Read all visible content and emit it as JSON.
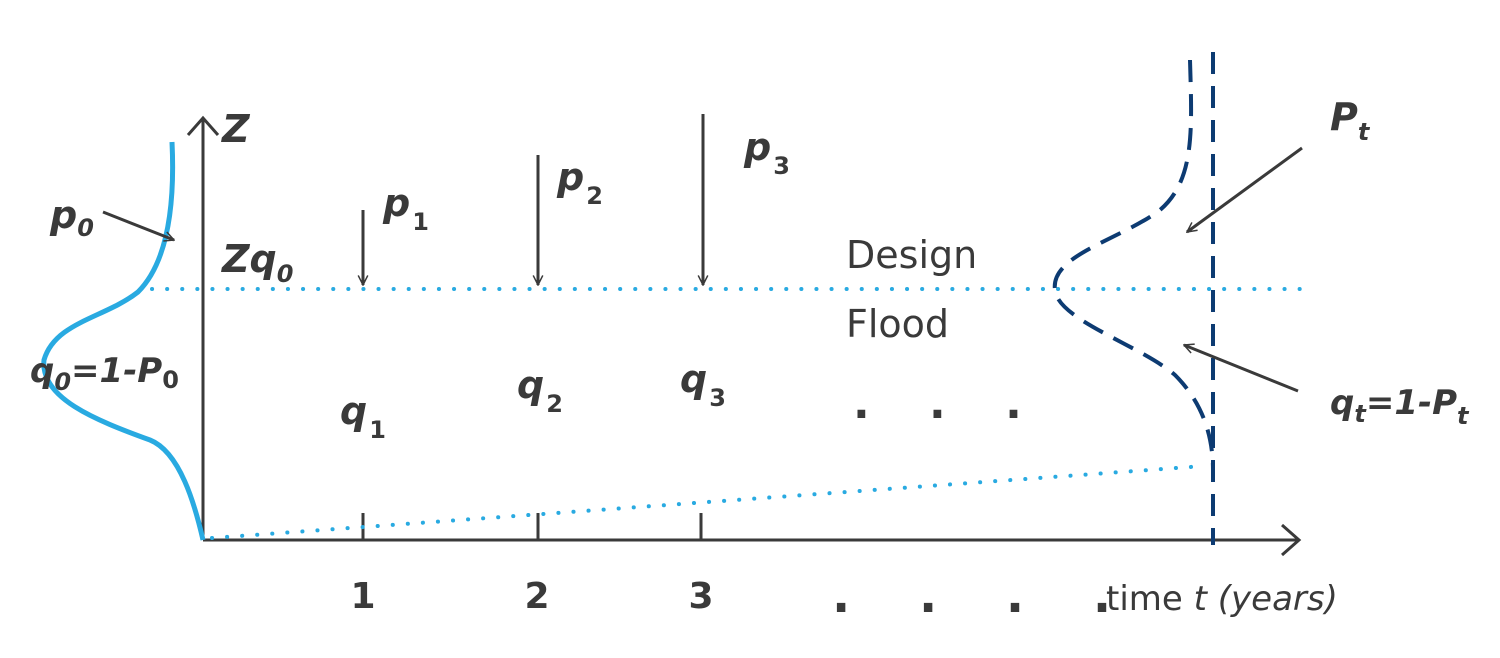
{
  "colors": {
    "axis": "#3a3a3a",
    "initial_distribution": "#29aae1",
    "design_flood_line": "#29aae1",
    "trend_line": "#29aae1",
    "future_distribution": "#0d3b72",
    "text": "#3a3a3a"
  },
  "axes": {
    "y_label": "Z",
    "x_label_prefix": "time ",
    "x_label_var": "t",
    "x_label_units": " (years)",
    "x_ticks": [
      "1",
      "2",
      "3"
    ],
    "x_ellipsis": ". . . ."
  },
  "labels": {
    "p0": {
      "main": "p",
      "sub": "0"
    },
    "zq0": {
      "main": "Zq",
      "sub": "0"
    },
    "q0_eq": {
      "main1": "q",
      "sub1": "0",
      "mid": "=1-P",
      "sub2": "0"
    },
    "p1": {
      "main": "p",
      "sub": "1"
    },
    "p2": {
      "main": "p",
      "sub": "2"
    },
    "p3": {
      "main": "p",
      "sub": "3"
    },
    "q1": {
      "main": "q",
      "sub": "1"
    },
    "q2": {
      "main": "q",
      "sub": "2"
    },
    "q3": {
      "main": "q",
      "sub": "3"
    },
    "mid_ellipsis": ". . .",
    "design_flood": [
      "Design",
      "Flood"
    ],
    "Pt": {
      "main": "P",
      "sub": "t"
    },
    "qt_eq": {
      "main1": "q",
      "sub1": "t",
      "mid": "=1-P",
      "sub2": "t"
    }
  }
}
